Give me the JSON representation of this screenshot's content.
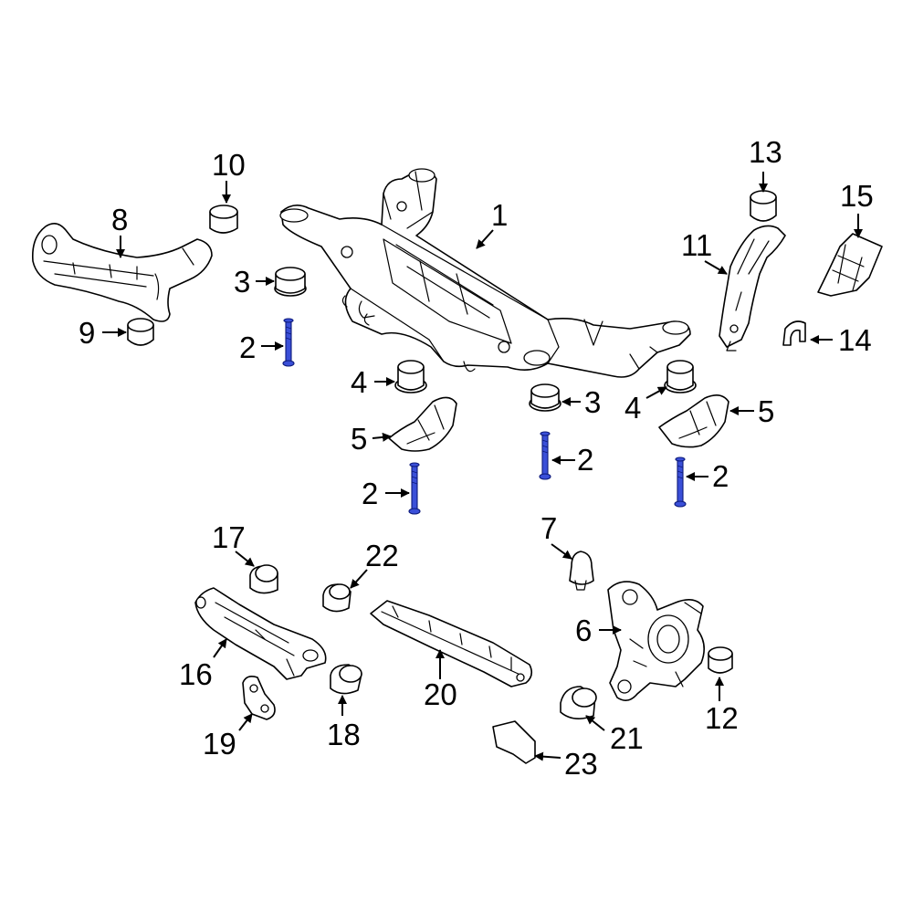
{
  "colors": {
    "line": "#000000",
    "bolt": "#3a4fd8",
    "background": "#ffffff"
  },
  "callouts": [
    {
      "id": "c1",
      "text": "1"
    },
    {
      "id": "c2a",
      "text": "2"
    },
    {
      "id": "c2b",
      "text": "2"
    },
    {
      "id": "c2c",
      "text": "2"
    },
    {
      "id": "c2d",
      "text": "2"
    },
    {
      "id": "c3a",
      "text": "3"
    },
    {
      "id": "c3b",
      "text": "3"
    },
    {
      "id": "c4a",
      "text": "4"
    },
    {
      "id": "c4b",
      "text": "4"
    },
    {
      "id": "c5a",
      "text": "5"
    },
    {
      "id": "c5b",
      "text": "5"
    },
    {
      "id": "c6",
      "text": "6"
    },
    {
      "id": "c7",
      "text": "7"
    },
    {
      "id": "c8",
      "text": "8"
    },
    {
      "id": "c9",
      "text": "9"
    },
    {
      "id": "c10",
      "text": "10"
    },
    {
      "id": "c11",
      "text": "11"
    },
    {
      "id": "c12",
      "text": "12"
    },
    {
      "id": "c13",
      "text": "13"
    },
    {
      "id": "c14",
      "text": "14"
    },
    {
      "id": "c15",
      "text": "15"
    },
    {
      "id": "c16",
      "text": "16"
    },
    {
      "id": "c17",
      "text": "17"
    },
    {
      "id": "c18",
      "text": "18"
    },
    {
      "id": "c19",
      "text": "19"
    },
    {
      "id": "c20",
      "text": "20"
    },
    {
      "id": "c21",
      "text": "21"
    },
    {
      "id": "c22",
      "text": "22"
    },
    {
      "id": "c23",
      "text": "23"
    }
  ]
}
